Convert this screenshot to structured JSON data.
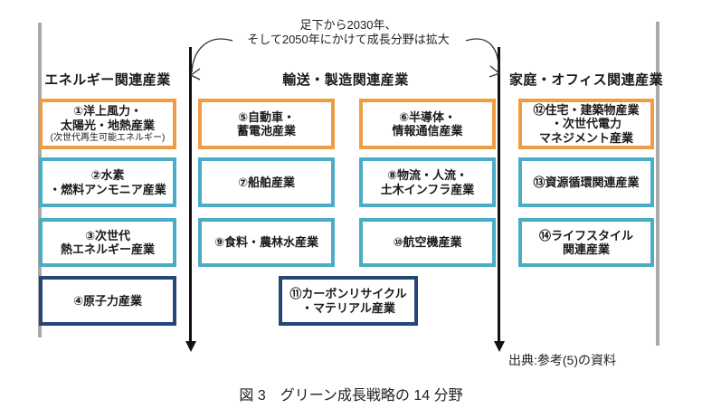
{
  "annotation": "足下から2030年、\nそして2050年にかけて成長分野は拡大",
  "headers": {
    "energy": "エネルギー関連産業",
    "transport": "輸送・製造関連産業",
    "home": "家庭・オフィス関連産業"
  },
  "boxes": {
    "b1": {
      "label": "①洋上風力・\n太陽光・地熱産業",
      "sub": "(次世代再生可能エネルギー)"
    },
    "b2": {
      "label": "②水素\n・燃料アンモニア産業"
    },
    "b3": {
      "label": "③次世代\n熱エネルギー産業"
    },
    "b4": {
      "label": "④原子力産業"
    },
    "b5": {
      "label": "⑤自動車・\n蓄電池産業"
    },
    "b6": {
      "label": "⑥半導体・\n情報通信産業"
    },
    "b7": {
      "label": "⑦船舶産業"
    },
    "b8": {
      "label": "⑧物流・人流・\n土木インフラ産業"
    },
    "b9": {
      "label": "⑨食料・農林水産業"
    },
    "b10": {
      "label": "⑩航空機産業"
    },
    "b11": {
      "label": "⑪カーボンリサイクル\n・マテリアル産業"
    },
    "b12": {
      "label": "⑫住宅・建築物産業\n・次世代電力\nマネジメント産業"
    },
    "b13": {
      "label": "⑬資源循環関連産業"
    },
    "b14": {
      "label": "⑭ライフスタイル\n関連産業"
    }
  },
  "source_note": "出典:参考(5)の資料",
  "caption": "図 3　グリーン成長戦略の 14 分野",
  "colors": {
    "orange": "#F09C42",
    "cyan": "#4BACC6",
    "navy": "#254679",
    "bar_gray": "#A9A9A9",
    "arrow_black": "#111111"
  }
}
